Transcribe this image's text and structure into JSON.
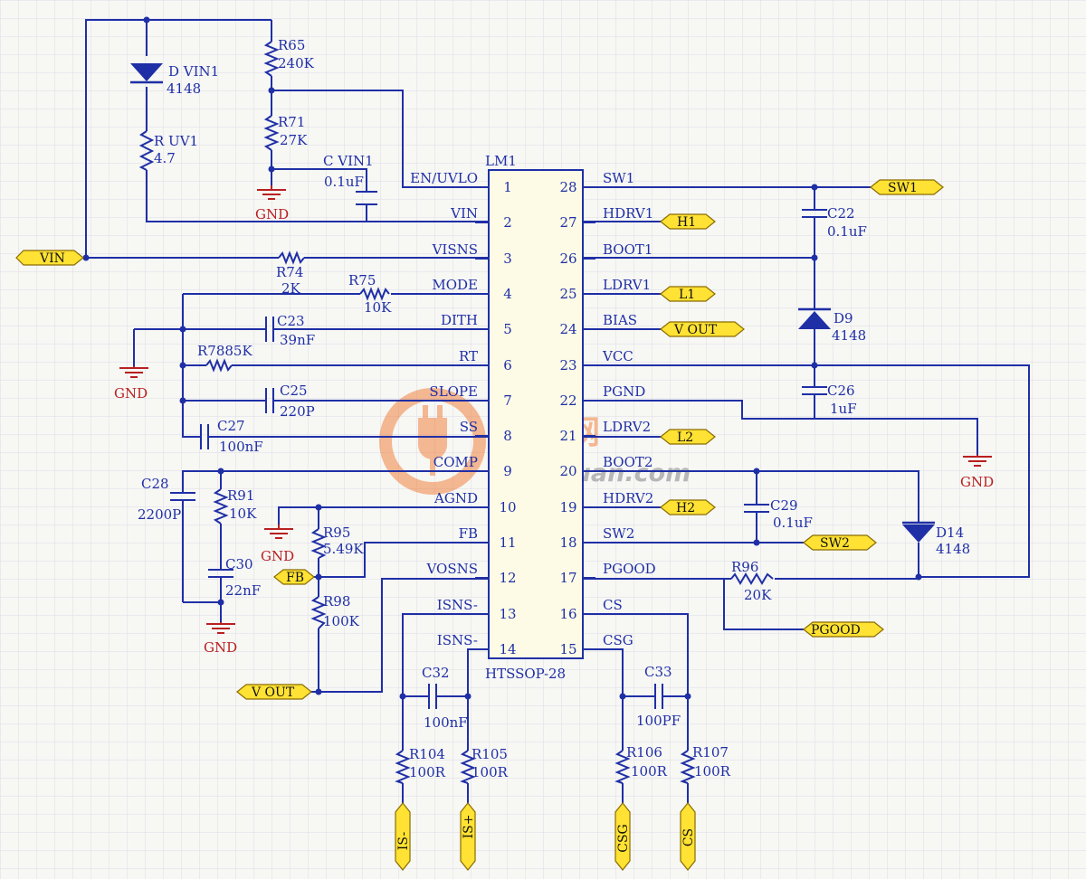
{
  "ic": {
    "ref": "LM1",
    "package": "HTSSOP-28",
    "left_pins": [
      {
        "num": "1",
        "name": "EN/UVLO"
      },
      {
        "num": "2",
        "name": "VIN"
      },
      {
        "num": "3",
        "name": "VISNS"
      },
      {
        "num": "4",
        "name": "MODE"
      },
      {
        "num": "5",
        "name": "DITH"
      },
      {
        "num": "6",
        "name": "RT"
      },
      {
        "num": "7",
        "name": "SLOPE"
      },
      {
        "num": "8",
        "name": "SS"
      },
      {
        "num": "9",
        "name": "COMP"
      },
      {
        "num": "10",
        "name": "AGND"
      },
      {
        "num": "11",
        "name": "FB"
      },
      {
        "num": "12",
        "name": "VOSNS"
      },
      {
        "num": "13",
        "name": "ISNS-"
      },
      {
        "num": "14",
        "name": "ISNS-"
      }
    ],
    "right_pins": [
      {
        "num": "28",
        "name": "SW1"
      },
      {
        "num": "27",
        "name": "HDRV1"
      },
      {
        "num": "26",
        "name": "BOOT1"
      },
      {
        "num": "25",
        "name": "LDRV1"
      },
      {
        "num": "24",
        "name": "BIAS"
      },
      {
        "num": "23",
        "name": "VCC"
      },
      {
        "num": "22",
        "name": "PGND"
      },
      {
        "num": "21",
        "name": "LDRV2"
      },
      {
        "num": "20",
        "name": "BOOT2"
      },
      {
        "num": "19",
        "name": "HDRV2"
      },
      {
        "num": "18",
        "name": "SW2"
      },
      {
        "num": "17",
        "name": "PGOOD"
      },
      {
        "num": "16",
        "name": "CS"
      },
      {
        "num": "15",
        "name": "CSG"
      }
    ]
  },
  "components": {
    "d_vin1": {
      "ref": "D VIN1",
      "value": "4148"
    },
    "r65": {
      "ref": "R65",
      "value": "240K"
    },
    "r71": {
      "ref": "R71",
      "value": "27K"
    },
    "r_uv1": {
      "ref": "R UV1",
      "value": "4.7"
    },
    "c_vin1": {
      "ref": "C VIN1",
      "value": "0.1uF"
    },
    "r74": {
      "ref": "R74",
      "value": "2K"
    },
    "r75": {
      "ref": "R75",
      "value": "10K"
    },
    "c23": {
      "ref": "C23",
      "value": "39nF"
    },
    "r78": {
      "label": "R7885K"
    },
    "c25": {
      "ref": "C25",
      "value": "220P"
    },
    "c27": {
      "ref": "C27",
      "value": "100nF"
    },
    "c28": {
      "ref": "C28",
      "value": "2200P"
    },
    "r91": {
      "ref": "R91",
      "value": "10K"
    },
    "c30": {
      "ref": "C30",
      "value": "22nF"
    },
    "r95": {
      "ref": "R95",
      "value": "5.49K"
    },
    "r98": {
      "ref": "R98",
      "value": "100K"
    },
    "c32": {
      "ref": "C32",
      "value": "100nF"
    },
    "r104": {
      "ref": "R104",
      "value": "100R"
    },
    "r105": {
      "ref": "R105",
      "value": "100R"
    },
    "c33": {
      "ref": "C33",
      "value": "100PF"
    },
    "r106": {
      "ref": "R106",
      "value": "100R"
    },
    "r107": {
      "ref": "R107",
      "value": "100R"
    },
    "c22": {
      "ref": "C22",
      "value": "0.1uF"
    },
    "d9": {
      "ref": "D9",
      "value": "4148"
    },
    "c26": {
      "ref": "C26",
      "value": "1uF"
    },
    "c29": {
      "ref": "C29",
      "value": "0.1uF"
    },
    "d14": {
      "ref": "D14",
      "value": "4148"
    },
    "r96": {
      "ref": "R96",
      "value": "20K"
    }
  },
  "gnd_label": "GND",
  "net_labels": {
    "vin": "VIN",
    "sw1": "SW1",
    "h1": "H1",
    "l1": "L1",
    "vout_bias": "V OUT",
    "l2": "L2",
    "h2": "H2",
    "sw2": "SW2",
    "fb": "FB",
    "pgood": "PGOOD",
    "vout_left": "V OUT",
    "is_minus": "IS-",
    "is_plus": "IS+",
    "csg": "CSG",
    "cs": "CS"
  },
  "watermark": {
    "cn": "电源网",
    "en": "DianYuan.com"
  },
  "colors": {
    "wire": "#1f2fa6",
    "net_label_fill": "#ffe233",
    "gnd_text": "#b82020",
    "watermark": "#f06a1a"
  }
}
